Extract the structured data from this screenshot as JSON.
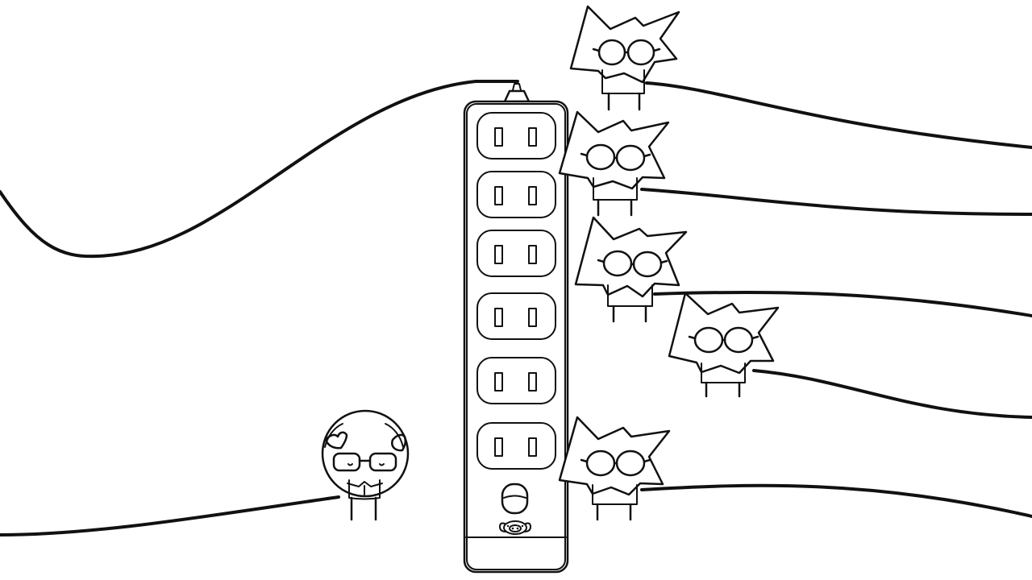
{
  "scene": {
    "background": "#ffffff",
    "ink": "#111111",
    "objects": {
      "power_strip": {
        "outlet_count": 6,
        "switch": "rocker-switch-icon",
        "logo": "pig-face-icon",
        "cable_icon": "power-cable-icon"
      },
      "characters": {
        "old_man": "old-man-with-glasses",
        "plug_creatures": [
          "spiky-plug-creature-with-glasses",
          "spiky-plug-creature-with-glasses",
          "spiky-plug-creature-with-glasses",
          "spiky-plug-creature-with-glasses",
          "spiky-plug-creature-with-glasses"
        ]
      }
    }
  }
}
